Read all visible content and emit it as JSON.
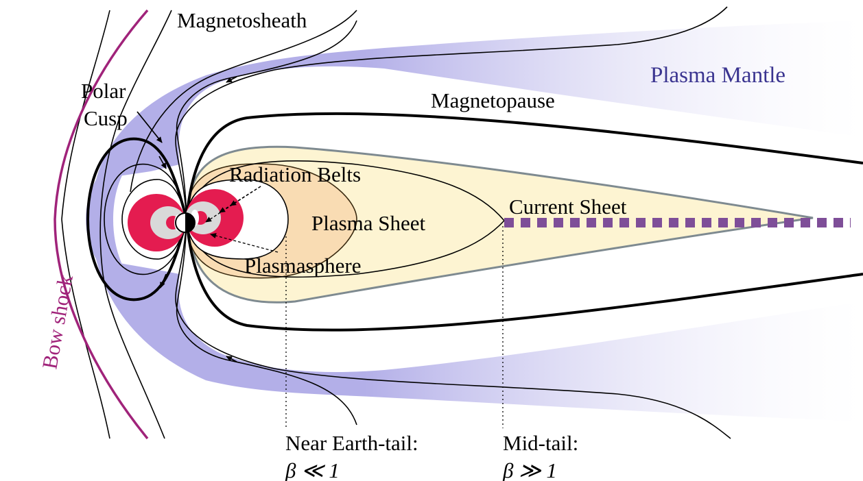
{
  "labels": {
    "magnetosheath": "Magnetosheath",
    "plasma_mantle": "Plasma Mantle",
    "polar": "Polar",
    "cusp": "Cusp",
    "magnetopause": "Magnetopause",
    "radiation_belts": "Radiation Belts",
    "current_sheet": "Current Sheet",
    "plasma_sheet": "Plasma Sheet",
    "plasmasphere": "Plasmasphere",
    "bow_shock": "Bow shock",
    "near_tail": "Near Earth-tail:",
    "near_tail_beta": "β ≪ 1",
    "mid_tail": "Mid-tail:",
    "mid_tail_beta": "β ≫ 1"
  },
  "colors": {
    "bow_shock": "#a0237a",
    "mantle": "#b7b3ea",
    "plasma_sheet": "#fdf4d2",
    "plasma_sheet_inner": "#f9dcb3",
    "radiation_belts": "#e41c50",
    "plasmasphere": "#d9d9d9",
    "current_sheet": "#7e4e98"
  }
}
